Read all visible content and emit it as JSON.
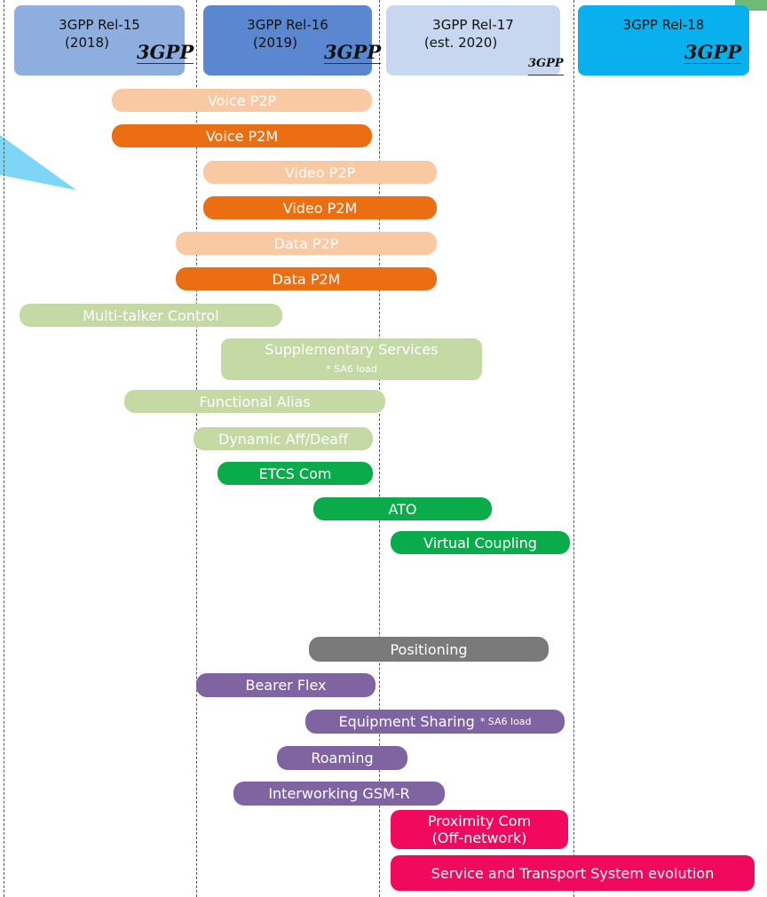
{
  "colors": {
    "rel15": "#8eaedf",
    "rel16": "#5b86d0",
    "rel17": "#c6d7ef",
    "rel18": "#08b0ee",
    "voice_video_data_p2p": "#f8c9a3",
    "voice_video_data_p2m": "#eb6f12",
    "light_green": "#c4d9a3",
    "green": "#0aab4b",
    "gray": "#7a7a7a",
    "purple": "#8064a2",
    "pink": "#f0095d",
    "callout": "#7dd6f5"
  },
  "releases": [
    {
      "line1": "3GPP Rel-15",
      "line2": "(2018)",
      "logo": "3GPP"
    },
    {
      "line1": "3GPP Rel-16",
      "line2": "(2019)",
      "logo": "3GPP"
    },
    {
      "line1": "3GPP Rel-17",
      "line2": "(est. 2020)",
      "logo": "3GPP"
    },
    {
      "line1": "3GPP Rel-18",
      "line2": "",
      "logo": "3GPP"
    }
  ],
  "features": {
    "voice_p2p": "Voice P2P",
    "voice_p2m": "Voice P2M",
    "video_p2p": "Video P2P",
    "video_p2m": "Video P2M",
    "data_p2p": "Data P2P",
    "data_p2m": "Data P2M",
    "multi_talker": "Multi-talker Control",
    "supplementary": "Supplementary Services",
    "supplementary_note": "* SA6 load",
    "functional_alias": "Functional Alias",
    "dynamic_aff": "Dynamic Aff/Deaff",
    "etcs": "ETCS Com",
    "ato": "ATO",
    "virtual_coupling": "Virtual Coupling",
    "positioning": "Positioning",
    "bearer_flex": "Bearer Flex",
    "equipment_sharing": "Equipment Sharing",
    "equipment_sharing_note": "* SA6 load",
    "roaming": "Roaming",
    "interworking": "Interworking GSM-R",
    "proximity_line1": "Proximity Com",
    "proximity_line2": "(Off-network)",
    "service_transport": "Service and Transport System evolution"
  }
}
